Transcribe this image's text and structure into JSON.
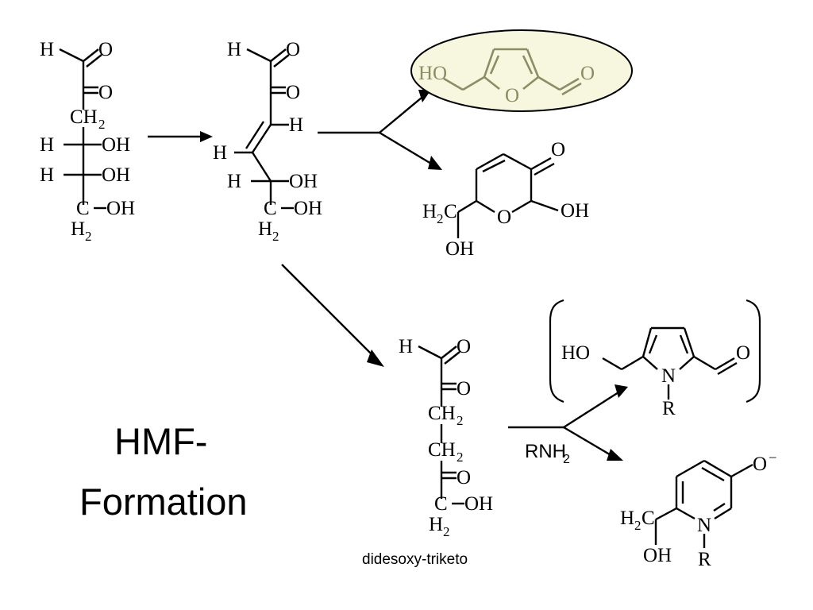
{
  "title": {
    "line1": "HMF-",
    "line2": "Formation"
  },
  "captions": {
    "didesoxy_triketo": "didesoxy-triketo"
  },
  "reagents": {
    "amine": "RNH",
    "amine_sub": "2"
  },
  "colors": {
    "highlight_fill": "#f7f6de",
    "highlight_stroke": "#000000",
    "hmf_bond": "#8c8c66",
    "bond": "#000000",
    "background": "#ffffff"
  },
  "structures": {
    "glucose_open_chain": {
      "name": "open-chain sugar",
      "labels": [
        "H",
        "O",
        "O",
        "CH",
        "2",
        "H",
        "OH",
        "H",
        "OH",
        "C",
        "OH",
        "H",
        "2"
      ]
    },
    "enol_intermediate": {
      "name": "3-deoxy ene intermediate",
      "labels": [
        "H",
        "O",
        "O",
        "H",
        "H",
        "H",
        "OH",
        "C",
        "OH",
        "H",
        "2"
      ]
    },
    "hmf": {
      "name": "5-hydroxymethylfurfural",
      "labels": [
        "HO",
        "O",
        "O"
      ]
    },
    "pyranone": {
      "name": "pyranone",
      "labels": [
        "O",
        "H",
        "2",
        "C",
        "O",
        "OH",
        "OH"
      ]
    },
    "didesoxy_triketo": {
      "name": "didesoxy-triketo compound",
      "labels": [
        "H",
        "O",
        "O",
        "CH",
        "2",
        "CH",
        "2",
        "O",
        "C",
        "OH",
        "H",
        "2"
      ]
    },
    "pyrrole": {
      "name": "N-substituted pyrrole aldehyde",
      "labels": [
        "HO",
        "N",
        "R",
        "O"
      ]
    },
    "pyridinone": {
      "name": "N-substituted pyridinium olate",
      "labels": [
        "H",
        "2",
        "C",
        "N",
        "R",
        "OH",
        "O"
      ]
    }
  },
  "arrows": [
    {
      "name": "arrow-to-enol",
      "from": "glucose_open_chain",
      "to": "enol_intermediate"
    },
    {
      "name": "arrow-to-hmf",
      "from": "enol_intermediate",
      "to": "hmf"
    },
    {
      "name": "arrow-to-pyranone",
      "from": "enol_intermediate",
      "to": "pyranone"
    },
    {
      "name": "arrow-to-didesoxy-triketo",
      "from": "enol_intermediate",
      "to": "didesoxy_triketo"
    },
    {
      "name": "arrow-to-pyrrole",
      "from": "didesoxy_triketo",
      "to": "pyrrole"
    },
    {
      "name": "arrow-to-pyridinone",
      "from": "didesoxy_triketo",
      "to": "pyridinone"
    }
  ]
}
